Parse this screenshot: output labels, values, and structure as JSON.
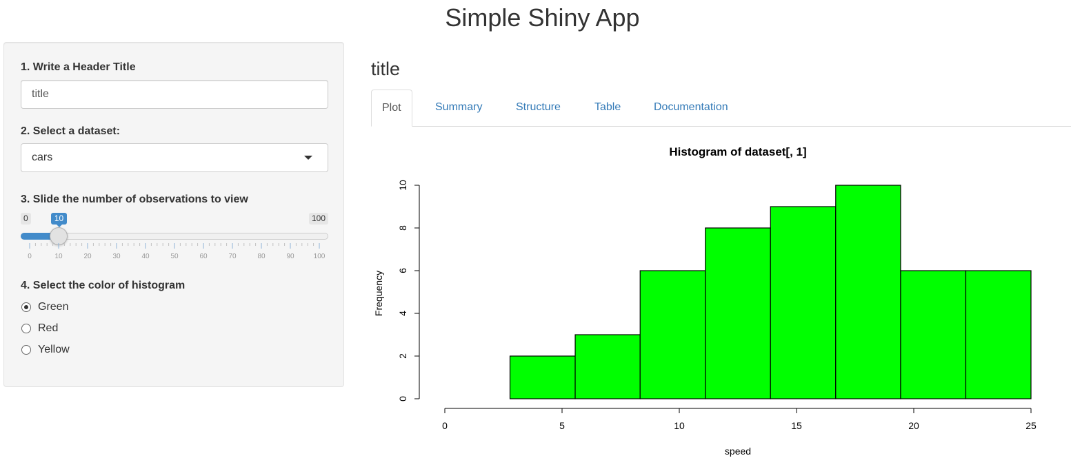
{
  "app_title": "Simple Shiny App",
  "sidebar": {
    "header_input": {
      "label": "1. Write a Header Title",
      "value": "title"
    },
    "dataset_select": {
      "label": "2. Select a dataset:",
      "selected": "cars"
    },
    "obs_slider": {
      "label": "3. Slide the number of observations to view",
      "min": "0",
      "max": "100",
      "value": "10",
      "ticks": [
        "0",
        "10",
        "20",
        "30",
        "40",
        "50",
        "60",
        "70",
        "80",
        "90",
        "100"
      ]
    },
    "color_radio": {
      "label": "4. Select the color of histogram",
      "options": [
        {
          "label": "Green",
          "checked": true
        },
        {
          "label": "Red",
          "checked": false
        },
        {
          "label": "Yellow",
          "checked": false
        }
      ]
    }
  },
  "main": {
    "title": "title",
    "tabs": [
      {
        "label": "Plot",
        "active": true
      },
      {
        "label": "Summary",
        "active": false
      },
      {
        "label": "Structure",
        "active": false
      },
      {
        "label": "Table",
        "active": false
      },
      {
        "label": "Documentation",
        "active": false
      }
    ]
  },
  "colors": {
    "accent": "#428bca",
    "link": "#337ab7",
    "bar_fill": "#00ff00",
    "sidebar_bg": "#f5f5f5"
  },
  "chart_data": {
    "type": "bar",
    "title": "Histogram of dataset[, 1]",
    "xlabel": "speed",
    "ylabel": "Frequency",
    "bin_edges": [
      0,
      2.78,
      5.56,
      8.33,
      11.11,
      13.89,
      16.67,
      19.44,
      22.22,
      25
    ],
    "values": [
      0,
      2,
      3,
      6,
      8,
      9,
      10,
      6,
      6
    ],
    "xticks": [
      "0",
      "5",
      "10",
      "15",
      "20",
      "25"
    ],
    "yticks": [
      "0",
      "2",
      "4",
      "6",
      "8",
      "10"
    ],
    "xlim": [
      0,
      25
    ],
    "ylim": [
      0,
      10
    ],
    "grid": false,
    "legend": "none"
  }
}
